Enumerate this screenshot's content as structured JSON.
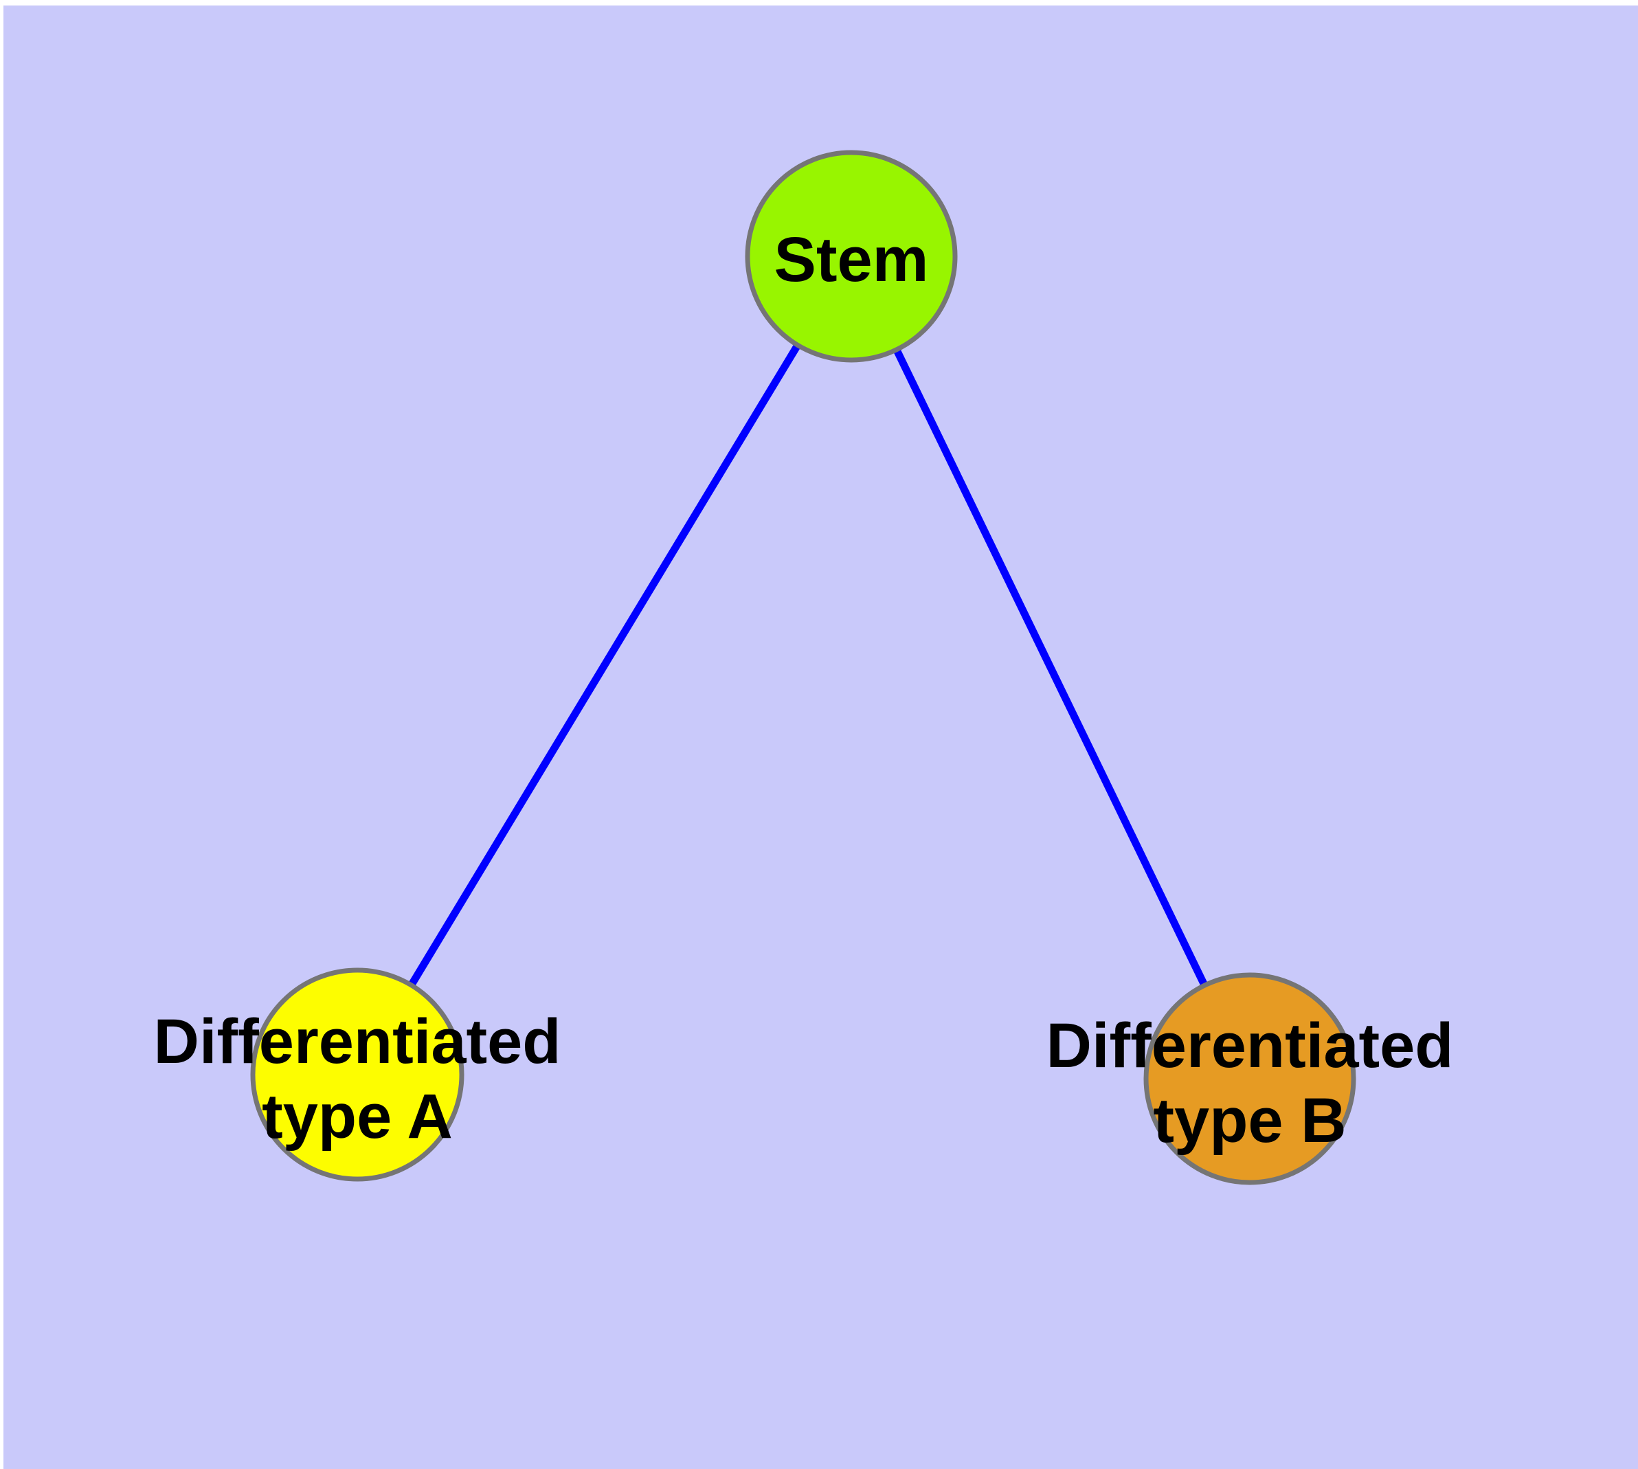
{
  "diagram_type": "graph",
  "colors": {
    "page_margin": "#ffffff",
    "background": "#c9c9fa",
    "edge": "#0000ff",
    "node_border": "#757575",
    "label_text": "#000000"
  },
  "nodes": [
    {
      "id": "stem",
      "label": "Stem",
      "fill": "#98f500"
    },
    {
      "id": "differentiated-type-a",
      "label_line1": "Differentiated",
      "label_line2": "type A",
      "fill": "#fdfd00"
    },
    {
      "id": "differentiated-type-b",
      "label_line1": "Differentiated",
      "label_line2": "type B",
      "fill": "#e69b23"
    }
  ],
  "edges": [
    {
      "from": "Stem",
      "to": "Differentiated type A"
    },
    {
      "from": "Stem",
      "to": "Differentiated type B"
    }
  ]
}
